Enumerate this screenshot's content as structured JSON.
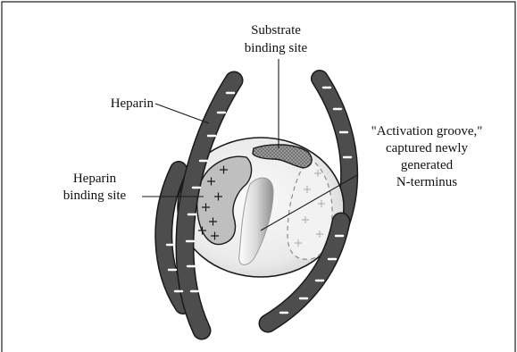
{
  "diagram": {
    "labels": {
      "substrate_line1": "Substrate",
      "substrate_line2": "binding site",
      "heparin": "Heparin",
      "heparin_binding_line1": "Heparin",
      "heparin_binding_line2": "binding site",
      "groove_line1": "\"Activation groove,\"",
      "groove_line2": "captured newly",
      "groove_line3": "generated",
      "groove_line4": "N-terminus"
    },
    "symbols": {
      "negative_charge": "-",
      "positive_charge": "+"
    },
    "colors": {
      "heparin_strand": "#4d4d4d",
      "protein_body": "#eeeeee",
      "binding_site": "#bfbfbf",
      "outline": "#1a1a1a"
    }
  }
}
